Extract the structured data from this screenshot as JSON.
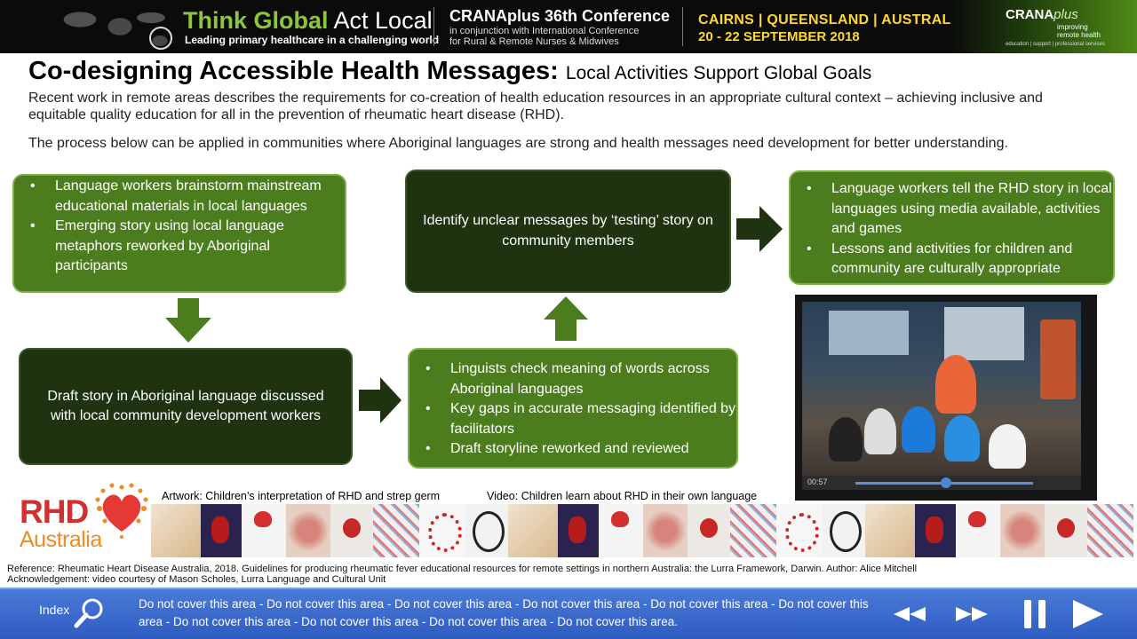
{
  "banner": {
    "think_global": "Think Global",
    "act_local": "Act Local",
    "leading": "Leading primary healthcare in a challenging world",
    "conference": "CRANAplus 36th Conference",
    "conjunction_line1": "in conjunction with International Conference",
    "conjunction_line2": "for Rural & Remote Nurses & Midwives",
    "location": "CAIRNS | QUEENSLAND | AUSTRALIA",
    "dates": "20 - 22 SEPTEMBER 2018",
    "logo_crana": "CRANA",
    "logo_plus": "plus",
    "logo_tagline": "improving remote health",
    "logo_services": "education | support | professional services"
  },
  "title": {
    "main": "Co-designing Accessible Health Messages:",
    "sub": "Local Activities Support Global Goals"
  },
  "intro": [
    "Recent work in remote areas describes the requirements for co-creation of health education resources in an appropriate cultural context – achieving inclusive and equitable quality education for all in the prevention of rheumatic heart disease (RHD).",
    "The process below can be applied in communities where Aboriginal languages are strong and health messages need development for better understanding."
  ],
  "boxes": {
    "box1": [
      "Language workers brainstorm mainstream educational materials in local languages",
      "Emerging story using local language metaphors reworked by Aboriginal participants"
    ],
    "box2": "Draft story in Aboriginal language discussed with local community development workers",
    "box3": [
      "Linguists  check meaning  of words across Aboriginal  languages",
      "Key gaps in accurate messaging identified by facilitators",
      "Draft storyline reworked and reviewed"
    ],
    "box4": "Identify unclear messages by ‘testing’ story on community members",
    "box5": [
      "Language workers tell the RHD story in local languages using media available, activities and games",
      "Lessons and activities for children and community are culturally appropriate"
    ]
  },
  "captions": {
    "artwork": "Artwork: Children’s interpretation of RHD and strep germ",
    "video": "Video: Children learn about RHD in their own language"
  },
  "video": {
    "timestamp": "00:57"
  },
  "logo": {
    "rhd": "RHD",
    "australia": "Australia"
  },
  "footer": {
    "reference": "Reference: Rheumatic Heart Disease Australia, 2018. Guidelines for producing rheumatic fever educational resources for remote settings in northern Australia: the Lurra Framework, Darwin. Author: Alice Mitchell",
    "acknowledgement": "Acknowledgement: video courtesy of Mason Scholes, Lurra Language and Cultural Unit"
  },
  "bottom_bar": {
    "index_label": "Index",
    "warning": "Do not cover this area - Do not cover this area - Do not cover this area - Do not cover this area - Do not cover this area - Do not cover this area - Do not cover this area - Do not cover this area - Do not cover this area - Do not cover this area.",
    "buttons": [
      "rewind-icon",
      "fast-forward-icon",
      "pause-icon",
      "play-icon"
    ]
  },
  "colors": {
    "box_green": "#4b7d1e",
    "box_dark": "#1f3311",
    "arrow_green": "#4b7d1e",
    "arrow_dark": "#1f3311",
    "bottom_bar": "#3566cc",
    "accent_yellow": "#fdd835"
  }
}
